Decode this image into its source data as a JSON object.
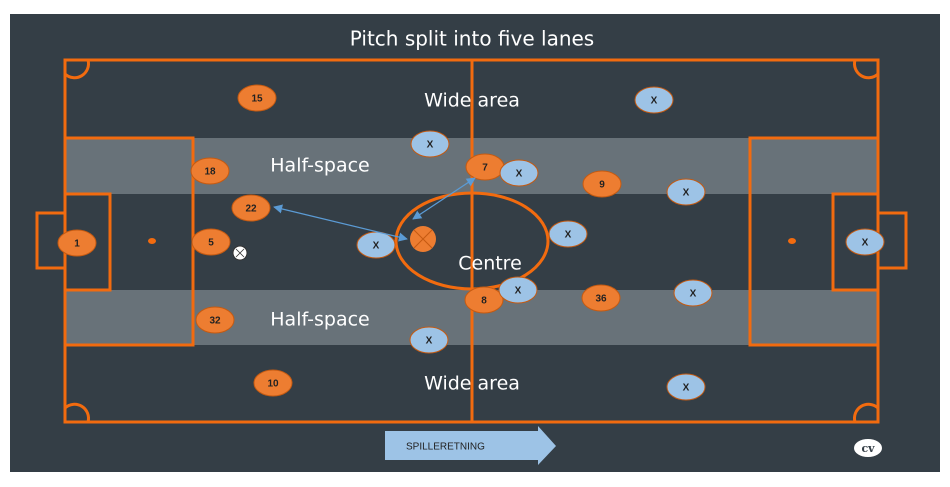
{
  "title": "Pitch split into five lanes",
  "lanes": [
    "Wide area",
    "Half-space",
    "Centre",
    "Half-space",
    "Wide area"
  ],
  "direction_label": "SPILLERETNING",
  "logo_text": "cv",
  "colors": {
    "background": "#343e46",
    "pitch_lines": "#f26b0f",
    "half_space_band": "#687279",
    "team": "#ed7d31",
    "opponent": "#9dc3e6",
    "arrows": "#5b9bd5"
  },
  "team_players": [
    "15",
    "18",
    "22",
    "5",
    "1",
    "32",
    "10",
    "7",
    "9",
    "8",
    "36"
  ],
  "opponent_label": "X",
  "opponent_count": 11
}
